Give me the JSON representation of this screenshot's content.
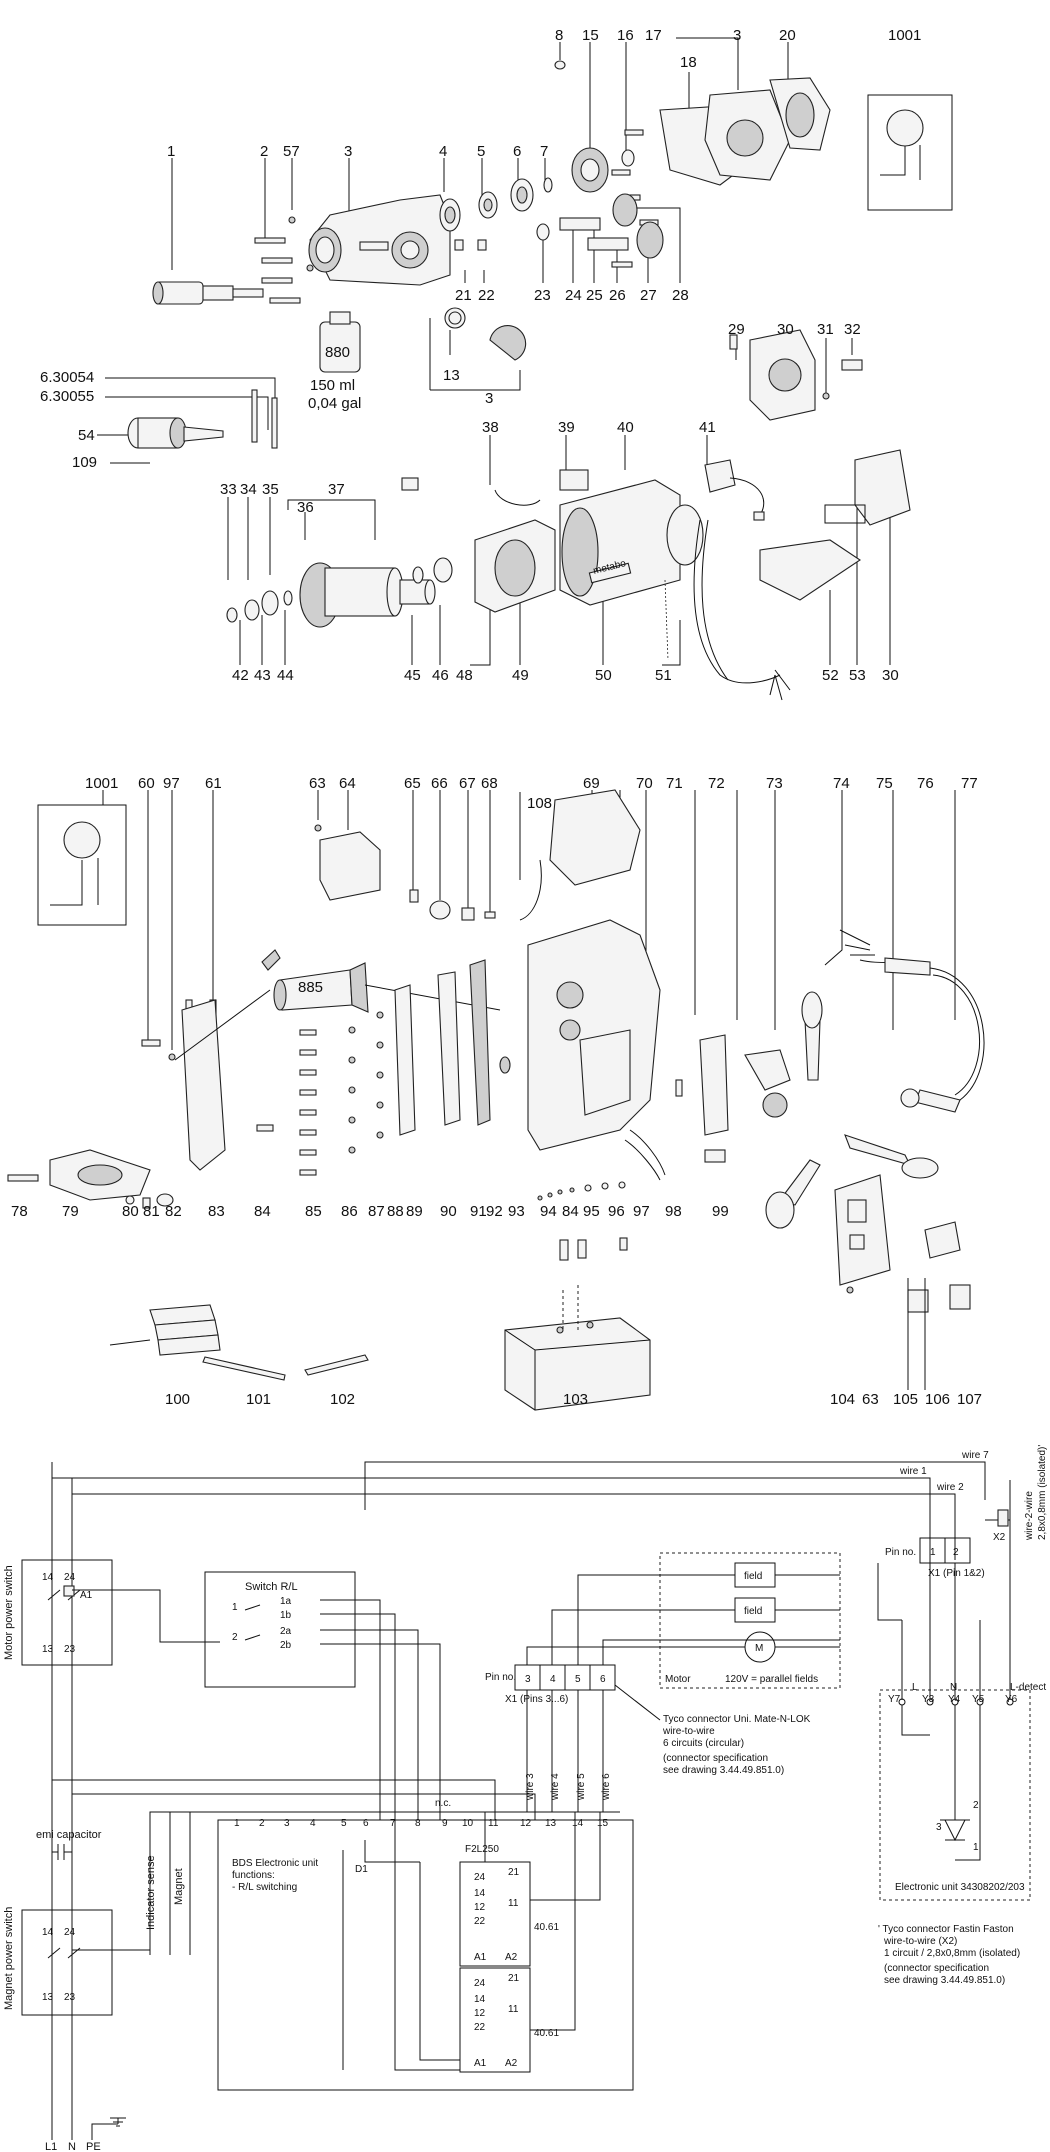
{
  "labels": {
    "l1": "1",
    "l2": "2",
    "l57": "57",
    "l3a": "3",
    "l4": "4",
    "l5": "5",
    "l6": "6",
    "l7": "7",
    "l8": "8",
    "l15": "15",
    "l16": "16",
    "l17": "17",
    "l3b": "3",
    "l18": "18",
    "l20": "20",
    "l1001a": "1001",
    "l21": "21",
    "l22": "22",
    "l13": "13",
    "l3c": "3",
    "l23": "23",
    "l24": "24",
    "l25": "25",
    "l26": "26",
    "l27": "27",
    "l28": "28",
    "l29": "29",
    "l30a": "30",
    "l31": "31",
    "l32": "32",
    "l6_30054": "6.30054",
    "l6_30055": "6.30055",
    "l54": "54",
    "l109": "109",
    "l33": "33",
    "l34": "34",
    "l35": "35",
    "l37": "37",
    "l36": "36",
    "l38": "38",
    "l39": "39",
    "l40": "40",
    "l41": "41",
    "l42": "42",
    "l43": "43",
    "l44": "44",
    "l45": "45",
    "l46": "46",
    "l48": "48",
    "l49": "49",
    "l50": "50",
    "l51": "51",
    "l52": "52",
    "l53": "53",
    "l30b": "30",
    "l1001b": "1001",
    "l60": "60",
    "l97a": "97",
    "l61": "61",
    "l63a": "63",
    "l64": "64",
    "l65": "65",
    "l66": "66",
    "l67": "67",
    "l68": "68",
    "l108": "108",
    "l69": "69",
    "l70": "70",
    "l71": "71",
    "l72": "72",
    "l73": "73",
    "l74": "74",
    "l75": "75",
    "l76": "76",
    "l77": "77",
    "l78": "78",
    "l79": "79",
    "l80": "80",
    "l81": "81",
    "l82": "82",
    "l83": "83",
    "l84a": "84",
    "l85": "85",
    "l86": "86",
    "l87": "87",
    "l88": "88",
    "l89": "89",
    "l90": "90",
    "l91": "91",
    "l92": "92",
    "l93": "93",
    "l94": "94",
    "l84b": "84",
    "l95": "95",
    "l96": "96",
    "l97b": "97",
    "l98": "98",
    "l99": "99",
    "l100": "100",
    "l101": "101",
    "l102": "102",
    "l103": "103",
    "l104": "104",
    "l63b": "63",
    "l105": "105",
    "l106": "106",
    "l107": "107"
  },
  "bottle": {
    "code": "880",
    "volume": "150 ml",
    "gal": "0,04 gal"
  },
  "tube": {
    "code": "885"
  },
  "brand": "metabo",
  "schematic": {
    "motor_power_switch": "Motor power switch",
    "magnet_power_switch": "Magnet power switch",
    "emi_capacitor": "emi capacitor",
    "indicator_sense": "Indicator sense",
    "magnet": "Magnet",
    "switch_rl": "Switch R/L",
    "sw_1a": "1a",
    "sw_1b": "1b",
    "sw_2a": "2a",
    "sw_2b": "2b",
    "sw_1": "1",
    "sw_2": "2",
    "mps_14": "14",
    "mps_24": "24",
    "mps_13": "13",
    "mps_23": "23",
    "mps_a1": "A1",
    "mgs_14": "14",
    "mgs_24": "24",
    "mgs_13": "13",
    "mgs_23": "23",
    "wire7": "wire 7",
    "wire1": "wire 1",
    "wire2": "wire 2",
    "x2": "X2",
    "wire2wire": "wire-2-wire",
    "wire_spec": "2,8x0,8mm (isolated)'",
    "field1": "field",
    "field2": "field",
    "motor": "Motor",
    "motor_sym": "M",
    "parallel": "120V = parallel fields",
    "pin_no_a": "Pin no.",
    "pin1": "1",
    "pin2": "2",
    "x1_pin12": "X1 (Pin 1&2)",
    "pin_no_b": "Pin no.",
    "p3": "3",
    "p4": "4",
    "p5": "5",
    "p6": "6",
    "x1_pins36": "X1 (Pins 3...6)",
    "tyco1": "Tyco connector Uni. Mate-N-LOK",
    "tyco1_b": "wire-to-wire",
    "tyco1_c": "6 circuits (circular)",
    "tyco1_d": "(connector specification",
    "tyco1_e": "see drawing 3.44.49.851.0)",
    "w3": "wire 3",
    "w4": "wire 4",
    "w5": "wire 5",
    "w6": "wire 6",
    "nc": "n.c.",
    "t1": "1",
    "t2": "2",
    "t3": "3",
    "t4": "4",
    "t5": "5",
    "t6": "6",
    "t7": "7",
    "t8": "8",
    "t9": "9",
    "t10": "10",
    "t11": "11",
    "t12": "12",
    "t13": "13",
    "t14": "14",
    "t15": "15",
    "d1": "D1",
    "f2": "F2L250",
    "bds1": "BDS Electronic unit",
    "bds2": "functions:",
    "bds3": "- R/L switching",
    "r24a": "24",
    "r21a": "21",
    "r14a": "14",
    "r12a": "12",
    "r11a": "11",
    "r22a": "22",
    "ra1a": "A1",
    "ra2a": "A2",
    "r4061a": "40.61",
    "r24b": "24",
    "r21b": "21",
    "r14b": "14",
    "r12b": "12",
    "r11b": "11",
    "r22b": "22",
    "ra1b": "A1",
    "ra2b": "A2",
    "r4061b": "40.61",
    "L": "L",
    "N": "N",
    "ldetect": "L-detect",
    "y7": "Y7",
    "y3": "Y3",
    "y4": "Y4",
    "y5": "Y5",
    "y6": "Y6",
    "tr2": "2",
    "tr3": "3",
    "tr1": "1",
    "elec_unit": "Electronic unit 34308202/203",
    "tyco2": "' Tyco connector Fastin Faston",
    "tyco2_b": "wire-to-wire (X2)",
    "tyco2_c": "1 circuit / 2,8x0,8mm (isolated)",
    "tyco2_d": "(connector specification",
    "tyco2_e": "see drawing 3.44.49.851.0)",
    "L1": "L1",
    "Nb": "N",
    "PE": "PE"
  },
  "colors": {
    "line": "#111111",
    "part_fill": "#f4f4f4",
    "dark_fill": "#cfcfcf"
  }
}
